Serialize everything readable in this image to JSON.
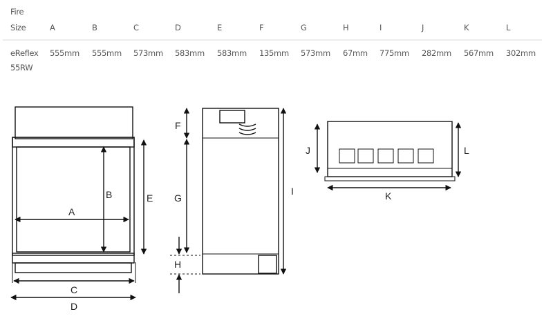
{
  "table": {
    "header_label_line1": "Fire",
    "header_label_line2": "Size",
    "columns": [
      "A",
      "B",
      "C",
      "D",
      "E",
      "F",
      "G",
      "H",
      "I",
      "J",
      "K",
      "L"
    ],
    "row": {
      "name_line1": "eReflex",
      "name_line2": "55RW",
      "values": [
        "555mm",
        "555mm",
        "573mm",
        "583mm",
        "583mm",
        "135mm",
        "573mm",
        "67mm",
        "775mm",
        "282mm",
        "567mm",
        "302mm"
      ]
    }
  },
  "diagram_labels": {
    "A": "A",
    "B": "B",
    "C": "C",
    "D": "D",
    "E": "E",
    "F": "F",
    "G": "G",
    "H": "H",
    "I": "I",
    "J": "J",
    "K": "K",
    "L": "L"
  }
}
